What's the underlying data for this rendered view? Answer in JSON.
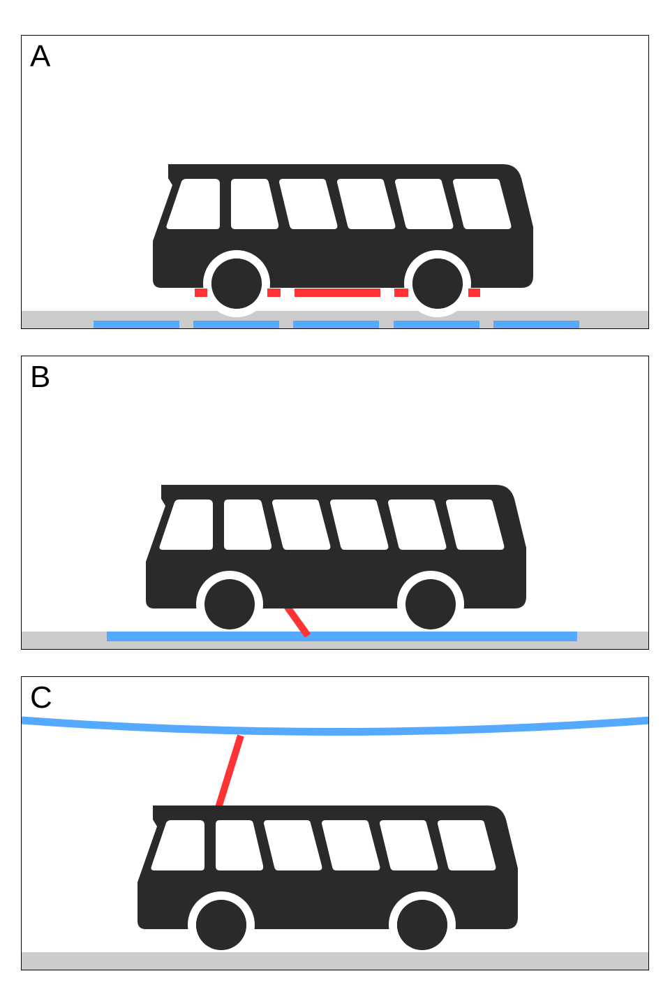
{
  "panels": [
    {
      "label": "A"
    },
    {
      "label": "B"
    },
    {
      "label": "C"
    }
  ],
  "colors": {
    "bus": "#2a2a2a",
    "collector": "#ff3333",
    "power": "#55aaff",
    "road": "#cccccc",
    "window": "#ffffff"
  },
  "icons": {
    "bus": "bus-icon",
    "ground_segments": "ground-power-segments",
    "ground_rail": "ground-power-rail",
    "overhead_wire": "overhead-wire"
  }
}
